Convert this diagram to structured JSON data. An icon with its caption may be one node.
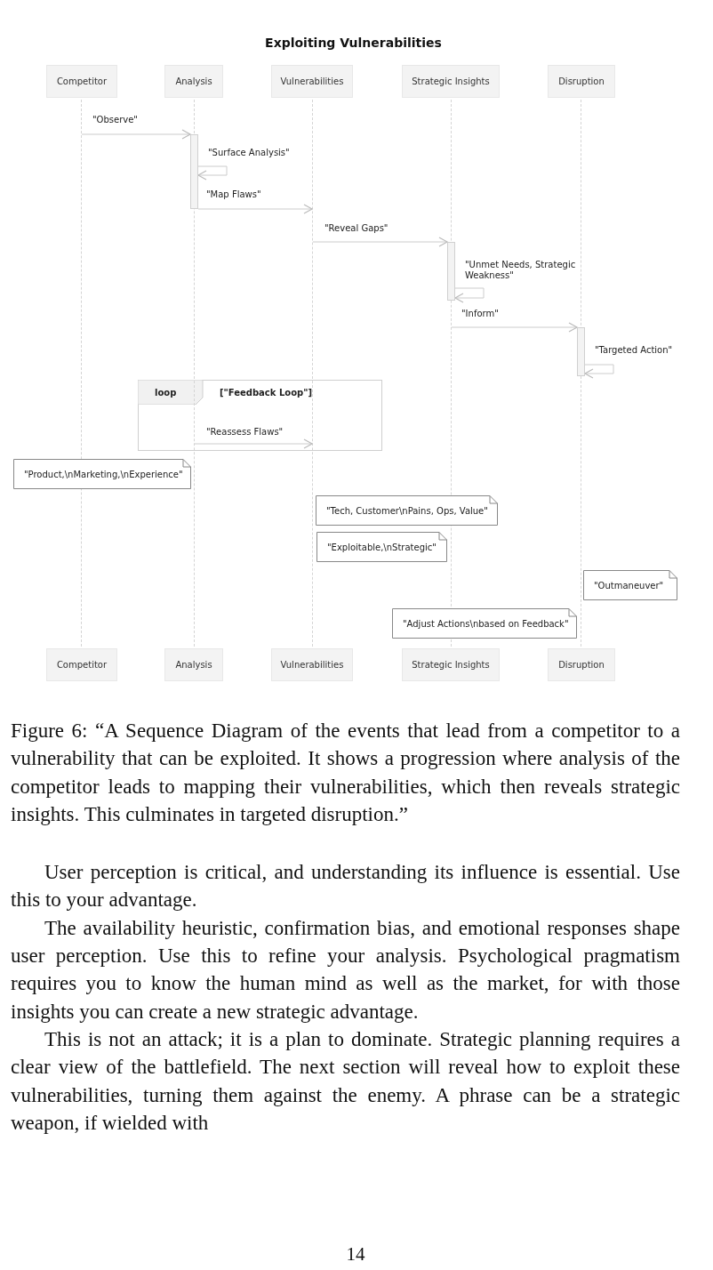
{
  "diagram": {
    "title": "Exploiting Vulnerabilities",
    "caption": "Figure 6: “A Sequence Diagram of the events that lead from a competitor to a vulnerability that can be exploited. It shows a progression where analysis of the competitor leads to mapping their vulnerabilities, which then reveals strategic insights. This culminates in targeted disruption.”",
    "nodes": [
      {
        "text": [
          "Competitor"
        ]
      },
      {
        "text": [
          "Analysis"
        ]
      },
      {
        "text": [
          "Vulnerabilities"
        ]
      },
      {
        "text": [
          "Strategic Insights"
        ]
      },
      {
        "text": [
          "Disruption"
        ]
      },
      {
        "text": [],
        "shape": "lifeline"
      },
      {
        "text": [],
        "shape": "lifeline"
      },
      {
        "text": [],
        "shape": "lifeline"
      },
      {
        "text": [],
        "shape": "lifeline"
      },
      {
        "text": [],
        "shape": "lifeline"
      },
      {
        "text": [],
        "shape": "bar"
      },
      {
        "text": [],
        "shape": "bar"
      },
      {
        "text": [],
        "shape": "bar"
      },
      {
        "text": [
          "\"Product,\\nMarketing,\\nExperience\""
        ]
      },
      {
        "text": [
          "\"Tech, Customer\\nPains, Ops, Value\""
        ]
      },
      {
        "text": [
          "\"Exploitable,\\nStrategic\""
        ]
      },
      {
        "text": [
          "\"Outmaneuver\""
        ]
      },
      {
        "text": [
          "\"Adjust Actions\\nbased on Feedback\""
        ]
      },
      {
        "text": [
          "Competitor"
        ]
      },
      {
        "text": [
          "Analysis"
        ]
      },
      {
        "text": [
          "Vulnerabilities"
        ]
      },
      {
        "text": [
          "Strategic Insights"
        ]
      },
      {
        "text": [
          "Disruption"
        ]
      }
    ],
    "edges": [
      {
        "from": 5,
        "to": 10,
        "arrow": "to",
        "label": "\"Observe\""
      },
      {
        "from": 10,
        "to": 10,
        "arrow": "to",
        "label": "\"Surface Analysis\""
      },
      {
        "from": 10,
        "to": 7,
        "arrow": "to",
        "label": "\"Map Flaws\""
      },
      {
        "from": 7,
        "to": 11,
        "arrow": "to",
        "label": "\"Reveal Gaps\""
      },
      {
        "from": 11,
        "to": 11,
        "arrow": "to",
        "label": "\"Unmet Needs, Strategic Weakness\""
      },
      {
        "from": 8,
        "to": 12,
        "arrow": "to",
        "label": "\"Inform\""
      },
      {
        "from": 12,
        "to": 12,
        "arrow": "to",
        "label": "\"Targeted Action\""
      },
      {
        "from": 6,
        "to": 7,
        "arrow": "to",
        "label": "\"Reassess Flaws\""
      }
    ],
    "labels": [
      "loop",
      "[\"Feedback Loop\"]",
      "User perception is critical, and understanding its influence is essential. Use this to your advantage.",
      "The availability heuristic, confirmation bias, and emotional responses shape user perception. Use this to refine your analysis. Psychological pragmatism requires you to know the human mind as well as the market, for with those insights you can create a new strategic advantage.",
      "This is not an attack; it is a plan to dominate. Strategic planning requires a clear view of the battlefield. The next section will reveal how to exploit these vulnerabilities, turning them against the enemy. A phrase can be a strategic weapon, if wielded with",
      "14"
    ]
  }
}
